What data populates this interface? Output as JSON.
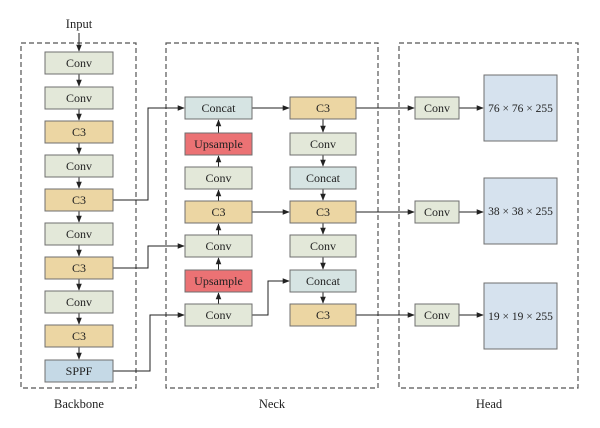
{
  "colors": {
    "conv": "#e3e8d9",
    "c3": "#ecd6a3",
    "sppf": "#c5d9e6",
    "upsample": "#eb7274",
    "concat": "#d6e4e3",
    "output": "#d6e2ee",
    "stroke": "#6f6f6f",
    "line": "#222222"
  },
  "input_label": "Input",
  "sections": {
    "backbone": "Backbone",
    "neck": "Neck",
    "head": "Head"
  },
  "backbone": {
    "blocks": [
      {
        "id": "b1",
        "type": "conv",
        "label": "Conv"
      },
      {
        "id": "b2",
        "type": "conv",
        "label": "Conv"
      },
      {
        "id": "b3",
        "type": "c3",
        "label": "C3"
      },
      {
        "id": "b4",
        "type": "conv",
        "label": "Conv"
      },
      {
        "id": "b5",
        "type": "c3",
        "label": "C3"
      },
      {
        "id": "b6",
        "type": "conv",
        "label": "Conv"
      },
      {
        "id": "b7",
        "type": "c3",
        "label": "C3"
      },
      {
        "id": "b8",
        "type": "conv",
        "label": "Conv"
      },
      {
        "id": "b9",
        "type": "c3",
        "label": "C3"
      },
      {
        "id": "b10",
        "type": "sppf",
        "label": "SPPF"
      }
    ]
  },
  "neck": {
    "left": [
      {
        "id": "nl1",
        "type": "concat",
        "label": "Concat"
      },
      {
        "id": "nl2",
        "type": "upsample",
        "label": "Upsample"
      },
      {
        "id": "nl3",
        "type": "conv",
        "label": "Conv"
      },
      {
        "id": "nl4",
        "type": "c3",
        "label": "C3"
      },
      {
        "id": "nl5",
        "type": "conv",
        "label": "Conv"
      },
      {
        "id": "nl6",
        "type": "upsample",
        "label": "Upsample"
      },
      {
        "id": "nl7",
        "type": "conv",
        "label": "Conv"
      }
    ],
    "right": [
      {
        "id": "nr1",
        "type": "c3",
        "label": "C3"
      },
      {
        "id": "nr2",
        "type": "conv",
        "label": "Conv"
      },
      {
        "id": "nr3",
        "type": "concat",
        "label": "Concat"
      },
      {
        "id": "nr4",
        "type": "c3",
        "label": "C3"
      },
      {
        "id": "nr5",
        "type": "conv",
        "label": "Conv"
      },
      {
        "id": "nr6",
        "type": "concat",
        "label": "Concat"
      },
      {
        "id": "nr7",
        "type": "c3",
        "label": "C3"
      }
    ]
  },
  "head": {
    "convs": [
      {
        "id": "h1",
        "type": "conv",
        "label": "Conv"
      },
      {
        "id": "h2",
        "type": "conv",
        "label": "Conv"
      },
      {
        "id": "h3",
        "type": "conv",
        "label": "Conv"
      }
    ],
    "outputs": [
      {
        "id": "o1",
        "label": "76 × 76 × 255"
      },
      {
        "id": "o2",
        "label": "38 × 38 × 255"
      },
      {
        "id": "o3",
        "label": "19 × 19 × 255"
      }
    ]
  }
}
